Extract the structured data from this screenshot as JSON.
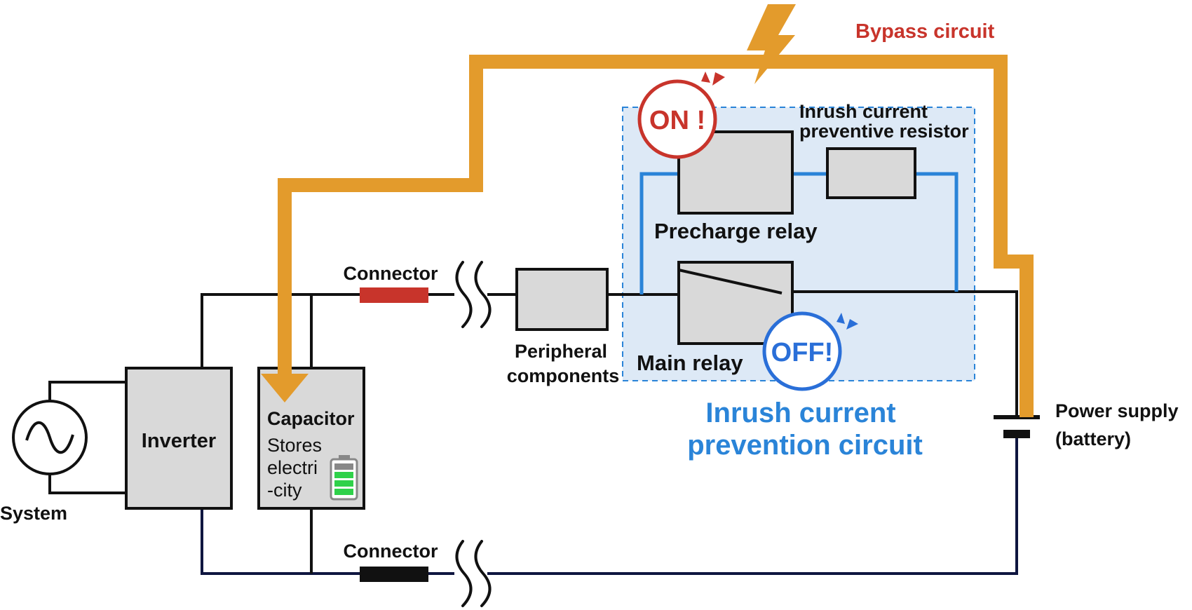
{
  "labels": {
    "system": "System",
    "inverter": "Inverter",
    "capacitor_title": "Capacitor",
    "capacitor_desc": [
      "Stores",
      "electri",
      "-city"
    ],
    "connector_top": "Connector",
    "connector_bottom": "Connector",
    "peripheral": [
      "Peripheral",
      "components"
    ],
    "precharge_relay": "Precharge relay",
    "main_relay": "Main relay",
    "resistor": [
      "Inrush current",
      "preventive resistor"
    ],
    "power_supply": [
      "Power supply",
      "(battery)"
    ],
    "bypass_circuit": "Bypass circuit",
    "prevention_circuit": [
      "Inrush current",
      "prevention circuit"
    ],
    "on_badge": "ON !",
    "off_badge": "OFF!"
  },
  "colors": {
    "bypass": "#e39b2c",
    "prevention_blue": "#2a84d8",
    "on_red": "#c8342b",
    "off_blue": "#2a6fd8",
    "bypass_label_red": "#c8342b",
    "connector_red": "#c8342b",
    "box_fill": "#d9d9d9",
    "battery_green": "#2fd14a",
    "region_fill": "#dde9f6"
  },
  "icons": {
    "source": "ac-source-icon",
    "lightning": "lightning-bolt-icon",
    "battery": "battery-icon"
  }
}
